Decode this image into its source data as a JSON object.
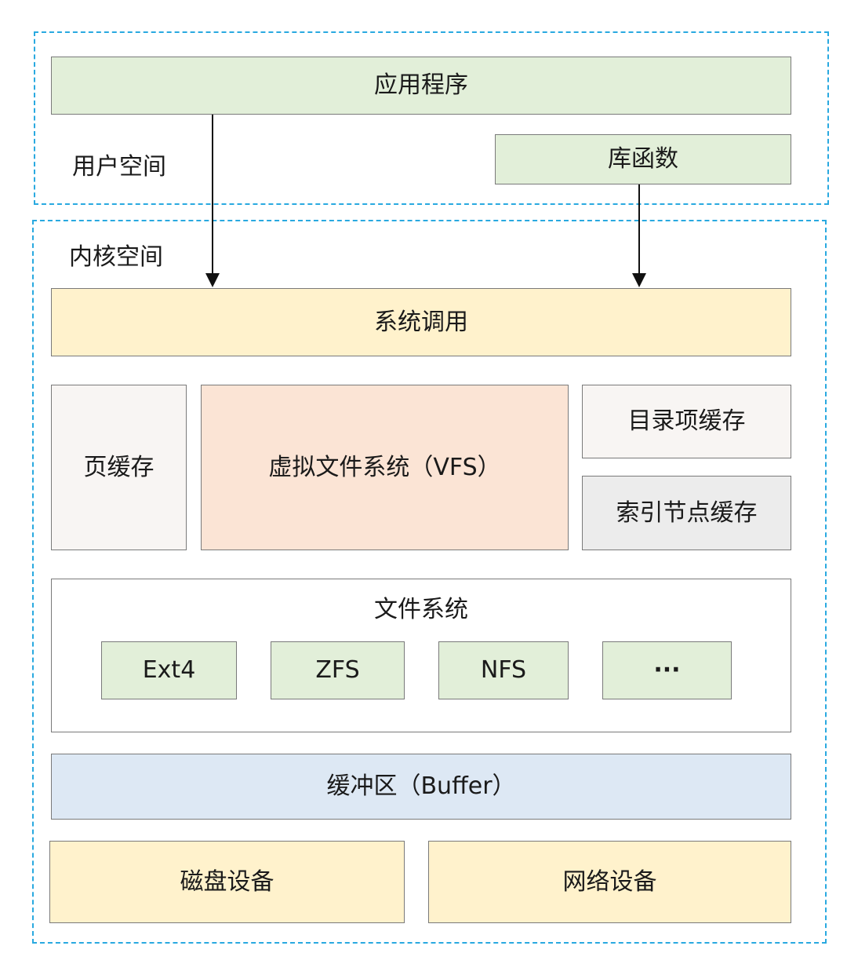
{
  "regions": {
    "user_space": "用户空间",
    "kernel_space": "内核空间"
  },
  "boxes": {
    "application": "应用程序",
    "library_functions": "库函数",
    "system_call": "系统调用",
    "page_cache": "页缓存",
    "vfs": "虚拟文件系统（VFS）",
    "dentry_cache": "目录项缓存",
    "inode_cache": "索引节点缓存",
    "buffer": "缓冲区（Buffer）",
    "disk_device": "磁盘设备",
    "network_device": "网络设备"
  },
  "filesystem": {
    "title": "文件系统",
    "types": [
      "Ext4",
      "ZFS",
      "NFS",
      "···"
    ]
  },
  "colors": {
    "dashed_border": "#29a9e0",
    "green": "#e2efd9",
    "yellow": "#fff2cc",
    "salmon": "#fbe4d5",
    "gray": "#ececec",
    "blue": "#dde8f4"
  }
}
